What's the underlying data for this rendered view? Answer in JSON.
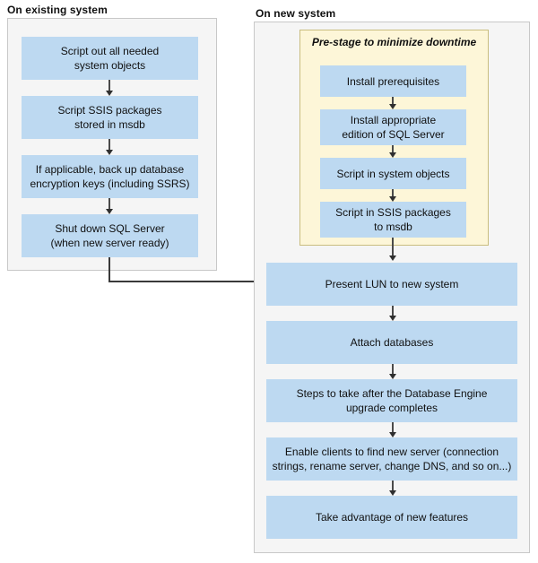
{
  "diagram": {
    "title_left": "On existing system",
    "title_right": "On new system",
    "colors": {
      "node_fill": "#bdd9f1",
      "panel_fill": "#f5f5f5",
      "panel_border": "#c8c8c8",
      "group_fill": "#fdf6d8",
      "group_border": "#c9bd7f",
      "arrow": "#3a3a3a",
      "text": "#101010"
    }
  },
  "left_panel": {
    "title": "On existing system",
    "nodes": [
      {
        "line1": "Script out all needed",
        "line2": "system objects"
      },
      {
        "line1": "Script SSIS packages",
        "line2": "stored in msdb"
      },
      {
        "line1": "If applicable, back up database",
        "line2": "encryption keys (including SSRS)"
      },
      {
        "line1": "Shut down SQL Server",
        "line2": "(when new server ready)"
      }
    ]
  },
  "right_panel": {
    "title": "On new system",
    "group": {
      "label": "Pre-stage to minimize downtime",
      "nodes": [
        {
          "line1": "Install prerequisites",
          "line2": ""
        },
        {
          "line1": "Install appropriate",
          "line2": "edition of SQL Server"
        },
        {
          "line1": "Script in system objects",
          "line2": ""
        },
        {
          "line1": "Script in SSIS packages",
          "line2": "to msdb"
        }
      ]
    },
    "nodes": [
      {
        "line1": "Present LUN to new system",
        "line2": ""
      },
      {
        "line1": "Attach databases",
        "line2": ""
      },
      {
        "line1": "Steps to take after the Database Engine",
        "line2": "upgrade completes"
      },
      {
        "line1": "Enable clients to find new server (connection",
        "line2": "strings, rename server, change DNS, and so on...)"
      },
      {
        "line1": "Take advantage of new features",
        "line2": ""
      }
    ]
  }
}
